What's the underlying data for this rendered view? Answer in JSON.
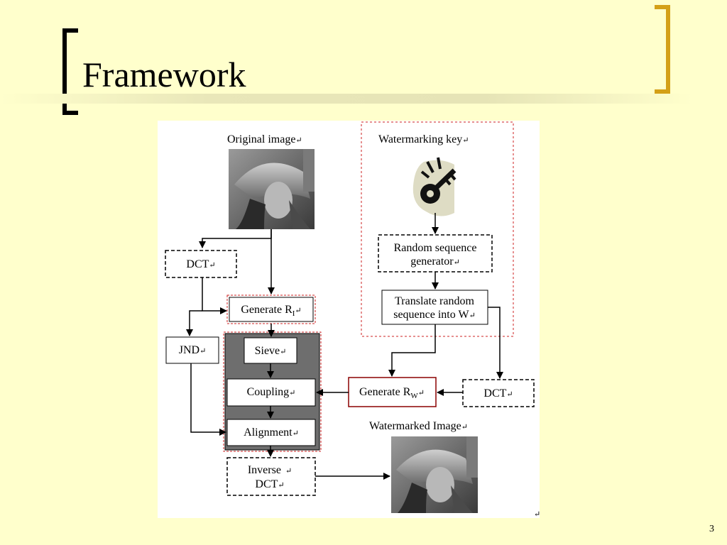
{
  "slide": {
    "title": "Framework",
    "page_number": "3"
  },
  "diagram": {
    "original_image_label": "Original image",
    "watermarking_key_label": "Watermarking key",
    "dct_label": "DCT",
    "generate_ri_label": "Generate R",
    "generate_ri_sub": "I",
    "jnd_label": "JND",
    "sieve_label": "Sieve",
    "coupling_label": "Coupling",
    "alignment_label": "Alignment",
    "inverse_dct_line1": "Inverse",
    "inverse_dct_line2": "DCT",
    "random_seq_line1": "Random sequence",
    "random_seq_line2": "generator",
    "translate_line1": "Translate random",
    "translate_line2": "sequence into W",
    "generate_rw_label": "Generate R",
    "generate_rw_sub": "W",
    "dct2_label": "DCT",
    "watermarked_image_label": "Watermarked Image",
    "return_mark": "↵"
  },
  "colors": {
    "background": "#FFFFCC",
    "bracket_left": "#000000",
    "bracket_right": "#D4A017",
    "dashed_red": "#CC2222",
    "process_block": "#6E6E6E"
  }
}
